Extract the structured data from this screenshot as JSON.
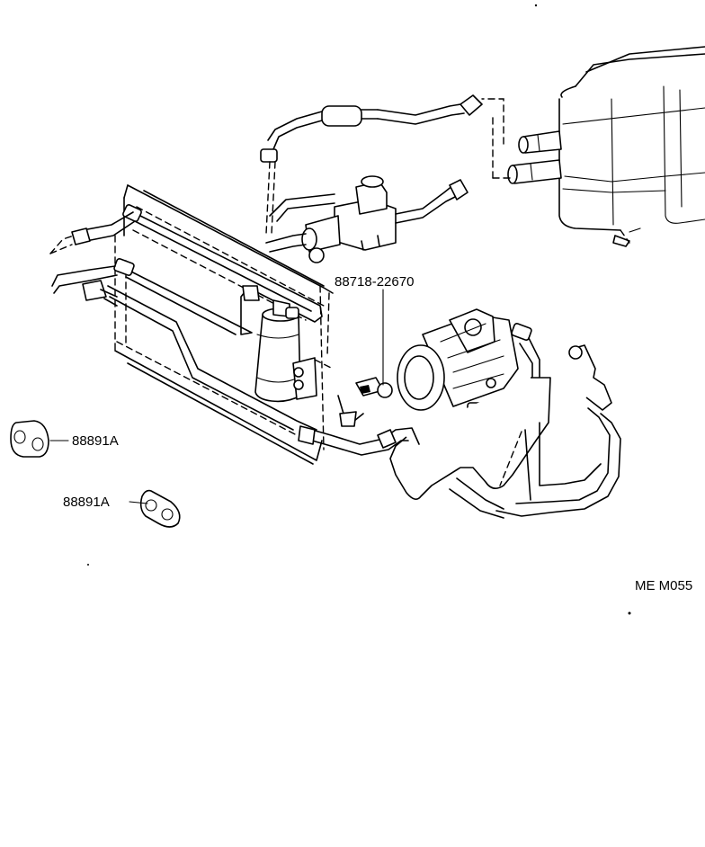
{
  "callouts": {
    "part_receiver_bracket": "88718-22670",
    "part_grommet_right": "88891A",
    "part_grommet_left": "88891A"
  },
  "figure_code": "ME M055"
}
